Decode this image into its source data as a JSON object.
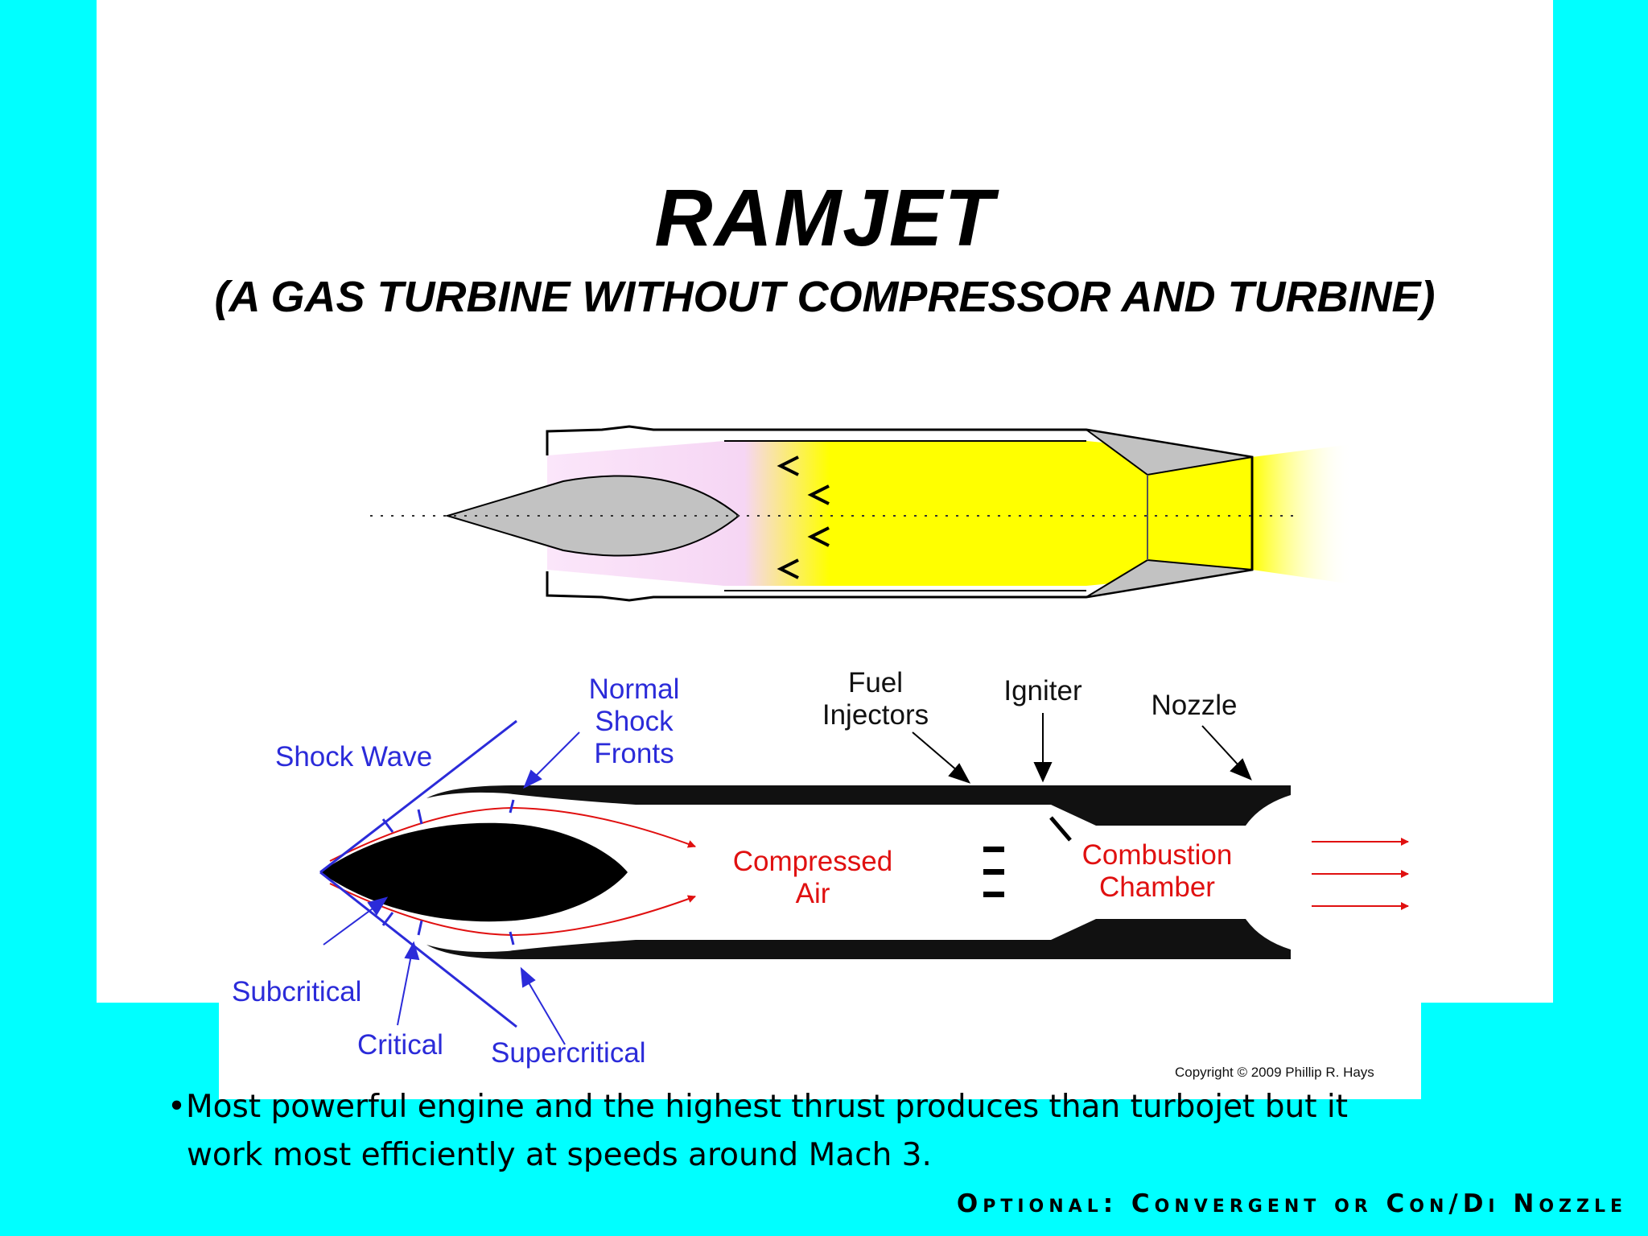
{
  "title": "RAMJET",
  "subtitle": "(A GAS TURBINE WITHOUT COMPRESSOR AND TURBINE)",
  "diagram": {
    "labels": {
      "normal_shock_fronts": [
        "Normal",
        "Shock",
        "Fronts"
      ],
      "shock_wave": "Shock Wave",
      "fuel_injectors": [
        "Fuel",
        "Injectors"
      ],
      "igniter": "Igniter",
      "nozzle": "Nozzle",
      "compressed_air": [
        "Compressed",
        "Air"
      ],
      "combustion_chamber": [
        "Combustion",
        "Chamber"
      ],
      "subcritical": "Subcritical",
      "critical": "Critical",
      "supercritical": "Supercritical"
    },
    "copyright": "Copyright © 2009 Phillip R. Hays",
    "colors": {
      "label_blue": "#2b2bd9",
      "label_red": "#e01010",
      "exhaust_yellow": "#ffff00",
      "intake_pink": "#f6d6f4"
    }
  },
  "bullet": {
    "line1": "•Most powerful engine and the highest thrust produces than turbojet but it",
    "line2": "work most efficiently at speeds around Mach 3."
  },
  "footer": "Optional: Convergent or Con/Di Nozzle"
}
